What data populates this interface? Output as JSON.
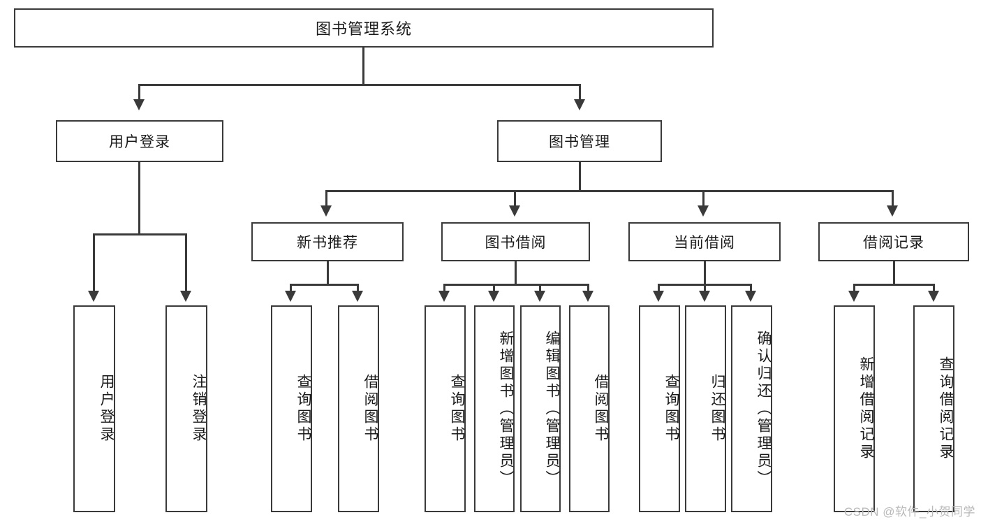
{
  "diagram": {
    "title": "图书管理系统",
    "type": "tree-hierarchy",
    "root": {
      "label": "图书管理系统"
    },
    "level2": [
      {
        "label": "用户登录"
      },
      {
        "label": "图书管理"
      }
    ],
    "level3": [
      {
        "label": "新书推荐"
      },
      {
        "label": "图书借阅"
      },
      {
        "label": "当前借阅"
      },
      {
        "label": "借阅记录"
      }
    ],
    "leaves": {
      "user_login": [
        {
          "label": "用户登录"
        },
        {
          "label": "注销登录"
        }
      ],
      "new_book_recommend": [
        {
          "label": "查询图书"
        },
        {
          "label": "借阅图书"
        }
      ],
      "book_borrow": [
        {
          "label": "查询图书"
        },
        {
          "label": "新增图书（管理员）"
        },
        {
          "label": "编辑图书（管理员）"
        },
        {
          "label": "借阅图书"
        }
      ],
      "current_borrow": [
        {
          "label": "查询图书"
        },
        {
          "label": "归还图书"
        },
        {
          "label": "确认归还（管理员）"
        }
      ],
      "borrow_record": [
        {
          "label": "新增借阅记录"
        },
        {
          "label": "查询借阅记录"
        }
      ]
    }
  },
  "watermark": {
    "text": "CSDN @软件_小贺同学"
  },
  "colors": {
    "border": "#3a3a3a",
    "background": "#ffffff",
    "text": "#1a1a1a",
    "watermark": "#b9b9b9"
  }
}
